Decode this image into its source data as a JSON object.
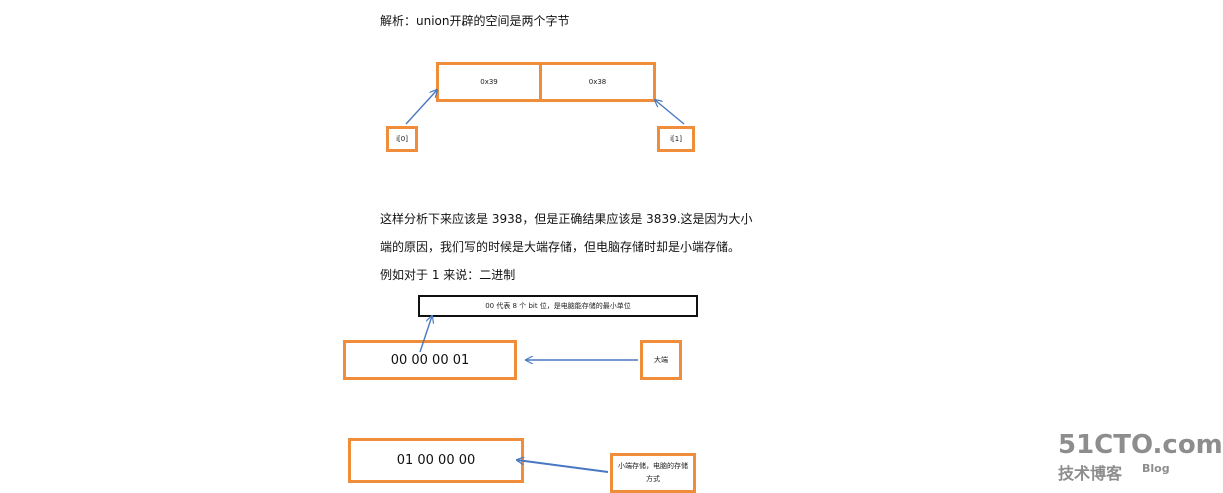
{
  "texts": {
    "analysis": "解析：union开辟的空间是两个字节",
    "line1": "这样分析下来应该是 3938，但是正确结果应该是 3839.这是因为大小",
    "line2": "端的原因，我们写的时候是大端存储，但电脑存储时却是小端存储。",
    "line3": "例如对于 1 来说：二进制"
  },
  "diagram1": {
    "cell_left": "0x39",
    "cell_right": "0x38",
    "ptr_left": "i[0]",
    "ptr_right": "i[1]"
  },
  "diagram2": {
    "note": "00 代表 8 个 bit 位，是电脑能存储的最小单位",
    "big_value": "00 00 00 01",
    "big_label": "大端",
    "little_value": "01 00 00 00",
    "little_label": "小端存储，电脑的存储方式"
  },
  "colors": {
    "box_border": "#ef8d3a",
    "arrow": "#4a78c2",
    "note_border": "#111111"
  },
  "watermark": {
    "site": "51CTO.com",
    "sub": "技术博客",
    "blog": "Blog"
  }
}
